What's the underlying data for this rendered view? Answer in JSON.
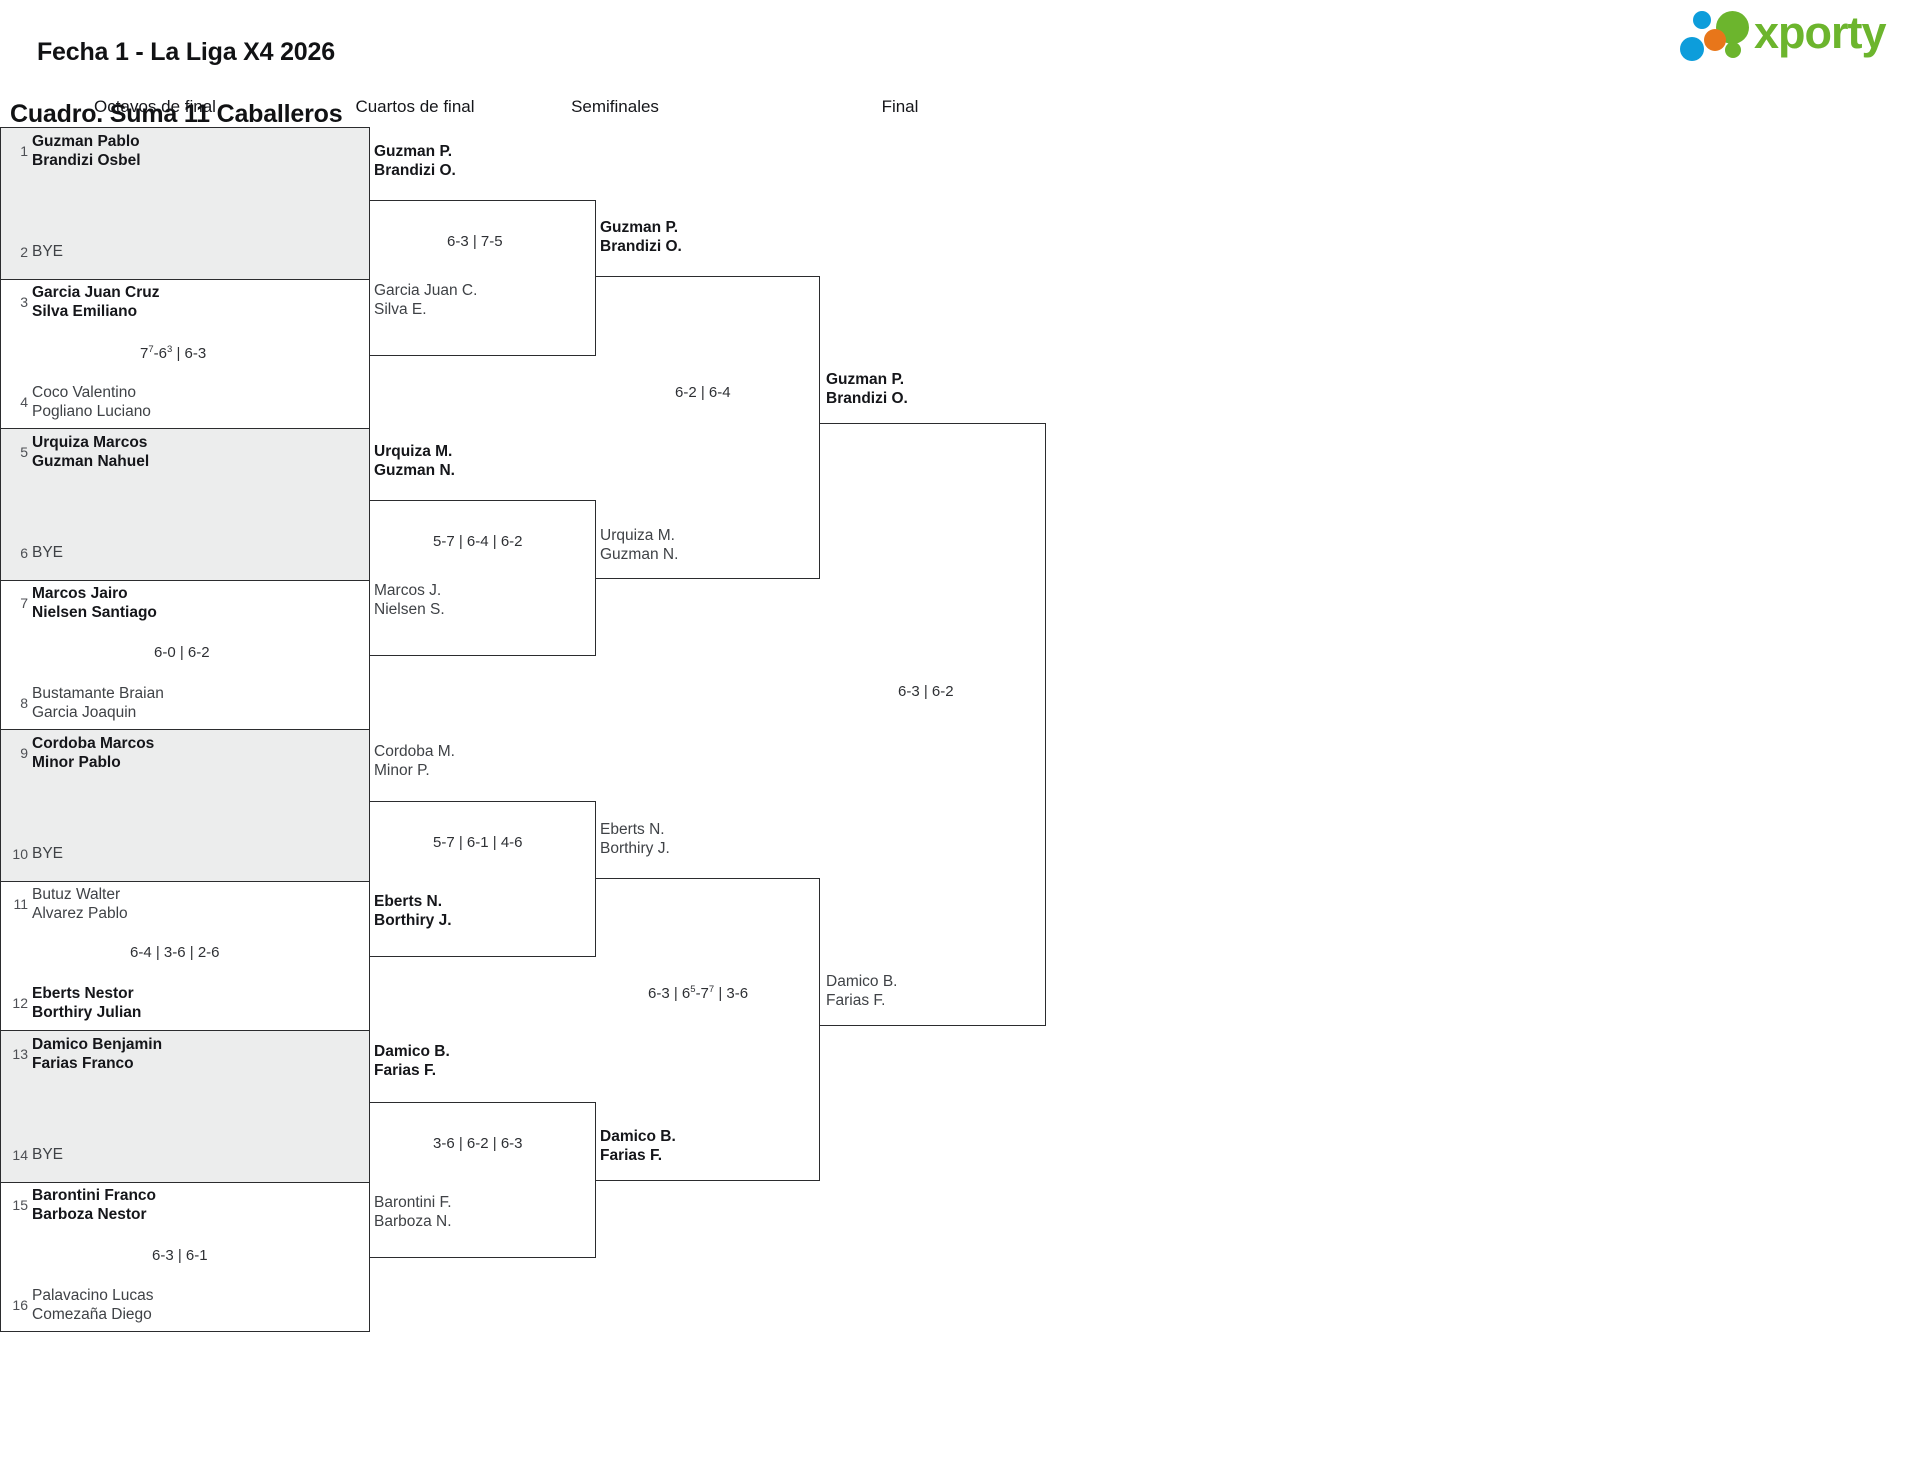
{
  "header": {
    "title_line1": "Fecha 1 - La Liga X4 2026",
    "title_line2": "Cuadro. Suma 11 Caballeros",
    "logo_text": "xporty",
    "logo_colors": {
      "green": "#6cb52d",
      "blue": "#0d9ddb",
      "orange": "#e8761a"
    }
  },
  "rounds": [
    {
      "label": "Octavos de final"
    },
    {
      "label": "Cuartos de final"
    },
    {
      "label": "Semifinales"
    },
    {
      "label": "Final"
    }
  ],
  "round16": [
    {
      "seed": "1",
      "name1": "Guzman Pablo",
      "name2": "Brandizi Osbel",
      "winner": true
    },
    {
      "seed": "2",
      "name1": "BYE",
      "name2": "",
      "winner": false
    },
    {
      "seed": "3",
      "name1": "Garcia Juan Cruz",
      "name2": "Silva Emiliano",
      "winner": true
    },
    {
      "seed": "4",
      "name1": "Coco Valentino",
      "name2": "Pogliano Luciano",
      "winner": false
    },
    {
      "seed": "5",
      "name1": "Urquiza Marcos",
      "name2": "Guzman Nahuel",
      "winner": true
    },
    {
      "seed": "6",
      "name1": "BYE",
      "name2": "",
      "winner": false
    },
    {
      "seed": "7",
      "name1": "Marcos Jairo",
      "name2": "Nielsen Santiago",
      "winner": true
    },
    {
      "seed": "8",
      "name1": "Bustamante Braian",
      "name2": "Garcia Joaquin",
      "winner": false
    },
    {
      "seed": "9",
      "name1": "Cordoba Marcos",
      "name2": "Minor Pablo",
      "winner": true
    },
    {
      "seed": "10",
      "name1": "BYE",
      "name2": "",
      "winner": false
    },
    {
      "seed": "11",
      "name1": "Butuz Walter",
      "name2": "Alvarez Pablo",
      "winner": false
    },
    {
      "seed": "12",
      "name1": "Eberts Nestor",
      "name2": "Borthiry Julian",
      "winner": true
    },
    {
      "seed": "13",
      "name1": "Damico Benjamin",
      "name2": "Farias Franco",
      "winner": true
    },
    {
      "seed": "14",
      "name1": "BYE",
      "name2": "",
      "winner": false
    },
    {
      "seed": "15",
      "name1": "Barontini Franco",
      "name2": "Barboza Nestor",
      "winner": true
    },
    {
      "seed": "16",
      "name1": "Palavacino Lucas",
      "name2": "Comezaña Diego",
      "winner": false
    }
  ],
  "round16_scores": [
    {
      "id": "m2",
      "text": "7⁷-6³ | 6-3"
    },
    {
      "id": "m4",
      "text": "6-0 | 6-2"
    },
    {
      "id": "m6",
      "text": "6-4 | 3-6 | 2-6"
    },
    {
      "id": "m8",
      "text": "6-3 | 6-1"
    }
  ],
  "quarters": [
    {
      "name1": "Guzman P.",
      "name2": "Brandizi O.",
      "winner": true
    },
    {
      "name1": "Garcia Juan C.",
      "name2": "Silva E.",
      "winner": false
    },
    {
      "name1": "Urquiza M.",
      "name2": "Guzman N.",
      "winner": true
    },
    {
      "name1": "Marcos J.",
      "name2": "Nielsen S.",
      "winner": false
    },
    {
      "name1": "Cordoba M.",
      "name2": "Minor P.",
      "winner": false
    },
    {
      "name1": "Eberts N.",
      "name2": "Borthiry J.",
      "winner": true
    },
    {
      "name1": "Damico B.",
      "name2": "Farias F.",
      "winner": true
    },
    {
      "name1": "Barontini F.",
      "name2": "Barboza N.",
      "winner": false
    }
  ],
  "quarters_scores": [
    {
      "id": "q1",
      "text": "6-3 | 7-5"
    },
    {
      "id": "q2",
      "text": "5-7 | 6-4 | 6-2"
    },
    {
      "id": "q3",
      "text": "5-7 | 6-1 | 4-6"
    },
    {
      "id": "q4",
      "text": "3-6 | 6-2 | 6-3"
    }
  ],
  "semis": [
    {
      "name1": "Guzman P.",
      "name2": "Brandizi O.",
      "winner": true
    },
    {
      "name1": "Urquiza M.",
      "name2": "Guzman N.",
      "winner": false
    },
    {
      "name1": "Eberts N.",
      "name2": "Borthiry J.",
      "winner": false
    },
    {
      "name1": "Damico B.",
      "name2": "Farias F.",
      "winner": true
    }
  ],
  "semis_scores": [
    {
      "id": "s1",
      "text": "6-2 | 6-4"
    },
    {
      "id": "s2",
      "text": "6-3 | 6⁵-7⁷ | 3-6"
    }
  ],
  "final": [
    {
      "name1": "Guzman P.",
      "name2": "Brandizi O.",
      "winner": true
    },
    {
      "name1": "Damico B.",
      "name2": "Farias F.",
      "winner": false
    }
  ],
  "final_score": {
    "text": "6-3 | 6-2"
  }
}
